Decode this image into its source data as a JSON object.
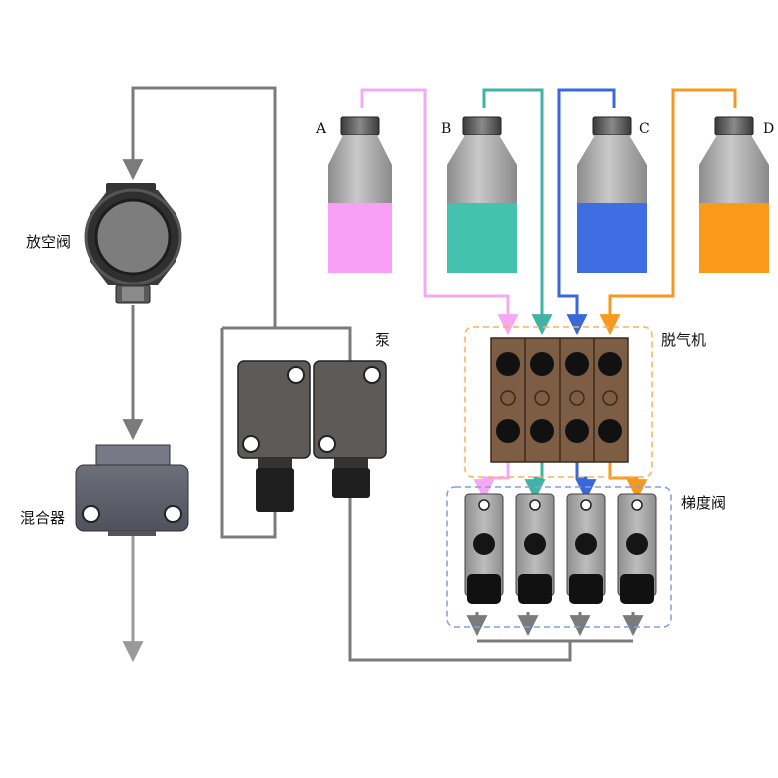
{
  "labels": {
    "vent_valve": "放空阀",
    "mixer": "混合器",
    "pump": "泵",
    "degasser": "脱气机",
    "gradient_valve": "梯度阀"
  },
  "bottles": [
    {
      "letter": "A",
      "color": "#f9a0f5",
      "line_color": "#f5a8f3"
    },
    {
      "letter": "B",
      "color": "#45c2ad",
      "line_color": "#3fb3a4"
    },
    {
      "letter": "C",
      "color": "#3f6ee2",
      "line_color": "#3a68d8"
    },
    {
      "letter": "D",
      "color": "#f99a1d",
      "line_color": "#f59a1f"
    }
  ],
  "colors": {
    "gray_line": "#7b7b7b",
    "degasser_body": "#7d5d44",
    "degasser_outline": "#f5b25e",
    "gradient_outline": "#7f9fe3",
    "pump_body": "#5e5a58"
  }
}
